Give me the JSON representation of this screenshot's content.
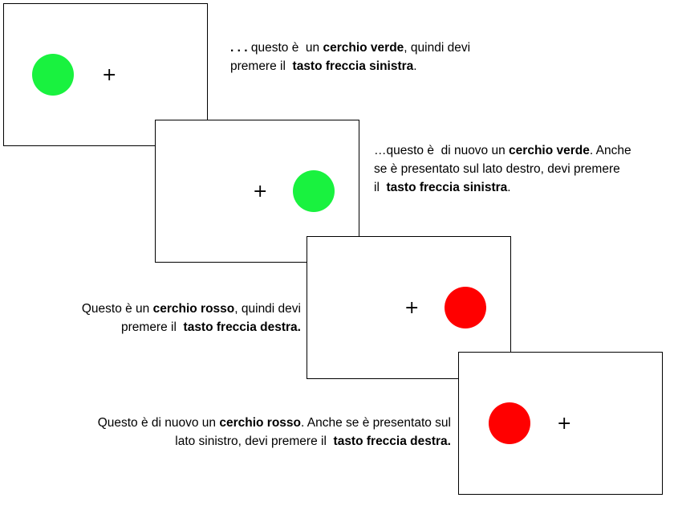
{
  "colors": {
    "green": "#19f23f",
    "red": "#ff0000",
    "border": "#000000"
  },
  "fixation_symbol": "+",
  "trials": [
    {
      "stimulus": "green-circle",
      "caption": [
        {
          "t": ". . .",
          "b": true
        },
        {
          "t": " questo è  un ",
          "b": false
        },
        {
          "t": "cerchio verde",
          "b": true
        },
        {
          "t": ", quindi devi",
          "b": false
        },
        {
          "t": "\n",
          "b": false
        },
        {
          "t": "premere il  ",
          "b": false
        },
        {
          "t": "tasto freccia sinistra",
          "b": true
        },
        {
          "t": ".",
          "b": false
        }
      ]
    },
    {
      "stimulus": "green-circle",
      "caption": [
        {
          "t": "…questo è  di nuovo un ",
          "b": false
        },
        {
          "t": "cerchio verde",
          "b": true
        },
        {
          "t": ". Anche",
          "b": false
        },
        {
          "t": "\n",
          "b": false
        },
        {
          "t": "se è presentato sul lato destro, devi premere",
          "b": false
        },
        {
          "t": "\n",
          "b": false
        },
        {
          "t": "il  ",
          "b": false
        },
        {
          "t": "tasto freccia sinistra",
          "b": true
        },
        {
          "t": ".",
          "b": false
        }
      ]
    },
    {
      "stimulus": "red-circle",
      "caption": [
        {
          "t": "Questo è un ",
          "b": false
        },
        {
          "t": "cerchio rosso",
          "b": true
        },
        {
          "t": ", quindi devi",
          "b": false
        },
        {
          "t": "\n",
          "b": false
        },
        {
          "t": "premere il  ",
          "b": false
        },
        {
          "t": "tasto freccia destra.",
          "b": true
        }
      ]
    },
    {
      "stimulus": "red-circle",
      "caption": [
        {
          "t": "Questo è di nuovo un ",
          "b": false
        },
        {
          "t": "cerchio rosso",
          "b": true
        },
        {
          "t": ". Anche se è presentato sul",
          "b": false
        },
        {
          "t": "\n",
          "b": false
        },
        {
          "t": "lato sinistro, devi premere il  ",
          "b": false
        },
        {
          "t": "tasto freccia destra.",
          "b": true
        }
      ]
    }
  ]
}
